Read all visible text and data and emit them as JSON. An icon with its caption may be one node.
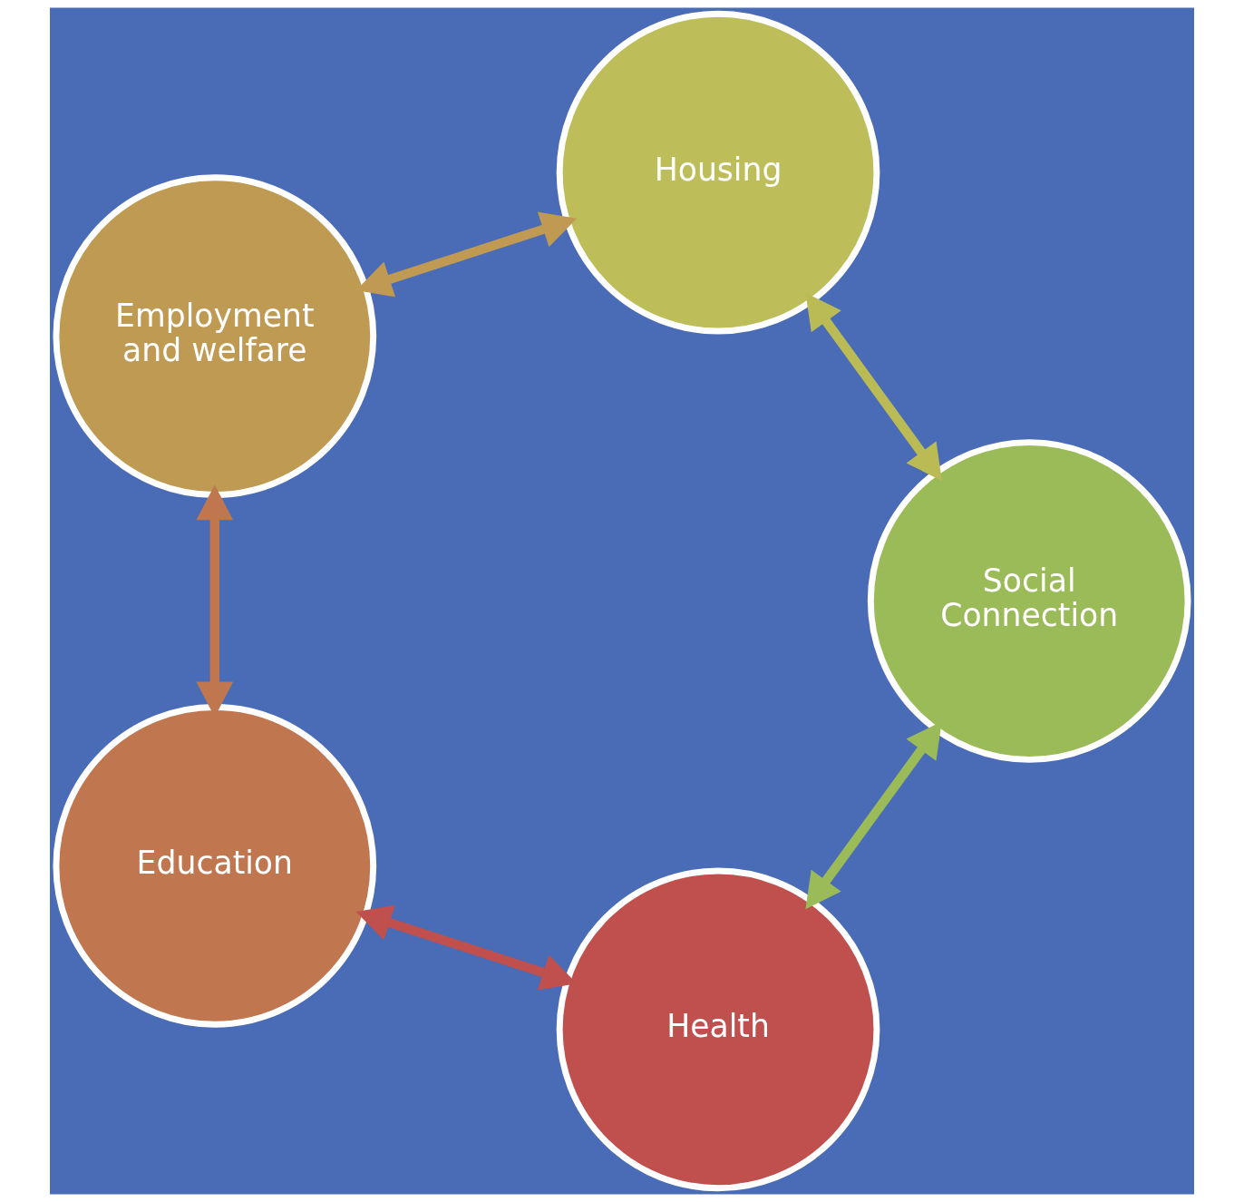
{
  "diagram": {
    "nodes": [
      {
        "text": [
          "Health"
        ]
      },
      {
        "text": [
          "Education"
        ]
      },
      {
        "text": [
          "Employment and welfare"
        ]
      },
      {
        "text": [
          "Housing"
        ]
      },
      {
        "text": [
          "Social Connection"
        ]
      }
    ],
    "edges": [
      {
        "from": 0,
        "to": 1,
        "arrow": "both",
        "color": "#c0504d"
      },
      {
        "from": 1,
        "to": 2,
        "arrow": "both",
        "color": "#c0764f"
      },
      {
        "from": 2,
        "to": 3,
        "arrow": "both",
        "color": "#c09a52"
      },
      {
        "from": 3,
        "to": 4,
        "arrow": "both",
        "color": "#bbbb56"
      },
      {
        "from": 4,
        "to": 0,
        "arrow": "both",
        "color": "#9bbb59"
      }
    ]
  }
}
